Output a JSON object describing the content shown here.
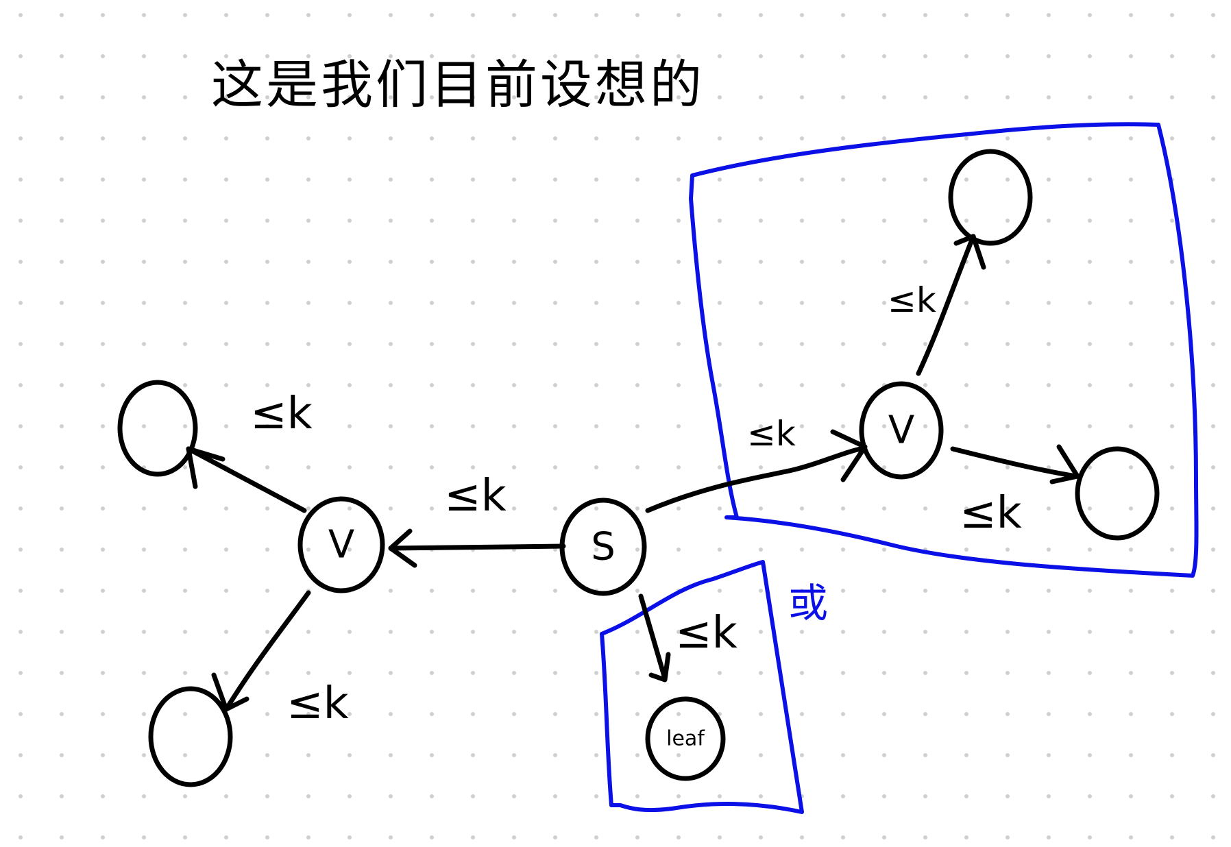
{
  "title": "这是我们目前设想的",
  "nodes": {
    "source": "S",
    "left_v": "V",
    "right_v": "V",
    "leaf": "leaf"
  },
  "edge_label": "≤k",
  "or_label": "或",
  "colors": {
    "ink": "#000000",
    "box": "#0a10e6",
    "dots": "#cfcfcf",
    "background": "#ffffff"
  }
}
